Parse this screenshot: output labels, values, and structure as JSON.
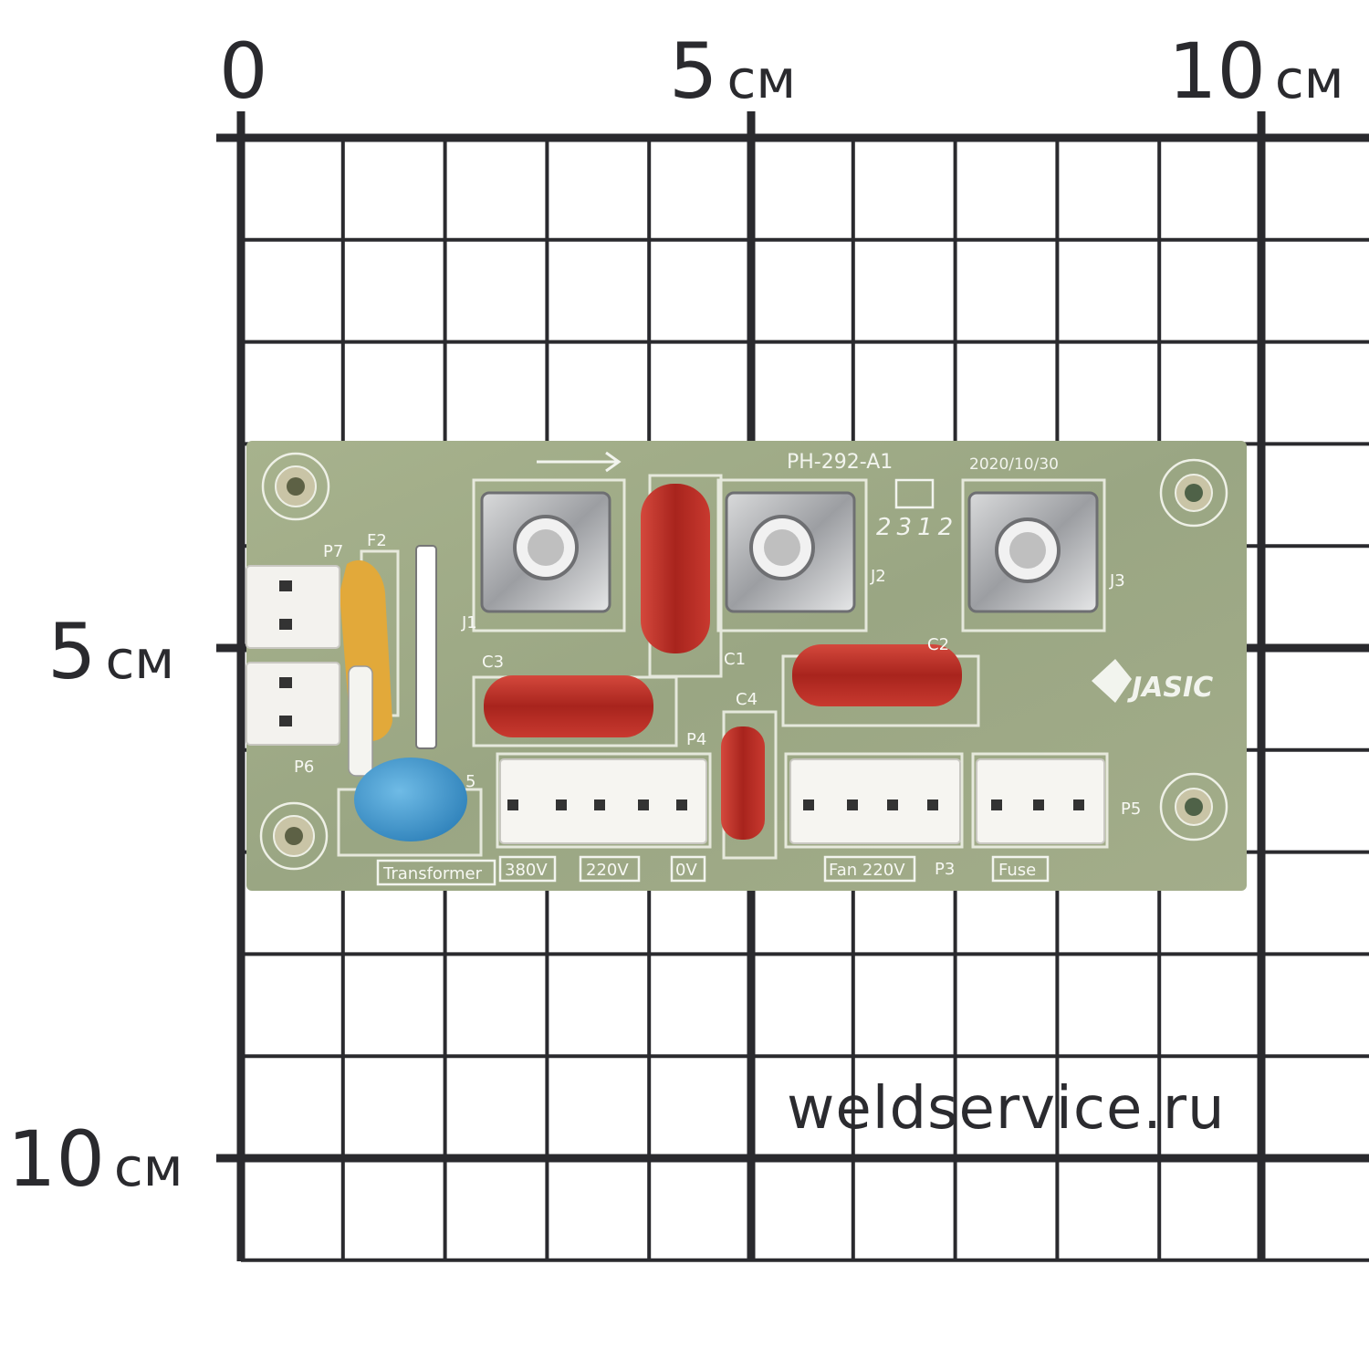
{
  "ruler": {
    "top": [
      {
        "num": "0",
        "unit": ""
      },
      {
        "num": "5",
        "unit": "см"
      },
      {
        "num": "10",
        "unit": "см"
      }
    ],
    "left": [
      {
        "num": "5",
        "unit": "см"
      },
      {
        "num": "10",
        "unit": "см"
      }
    ]
  },
  "board": {
    "model": "PH-292-A1",
    "date": "2020/10/30",
    "code": "2312",
    "brand": "JASIC",
    "refs": {
      "j1": "J1",
      "j2": "J2",
      "j3": "J3",
      "c1": "C1",
      "c2": "C2",
      "c3": "C3",
      "c4": "C4",
      "p3": "P3",
      "p4": "P4",
      "p5": "P5",
      "p6": "P6",
      "p7": "P7",
      "f2": "F2",
      "r5": "5"
    },
    "labels": {
      "transformer": "Transformer",
      "v380": "380V",
      "v220": "220V",
      "v0": "0V",
      "fan": "Fan 220V",
      "fuse": "Fuse"
    }
  },
  "watermark": "weldservice.ru"
}
